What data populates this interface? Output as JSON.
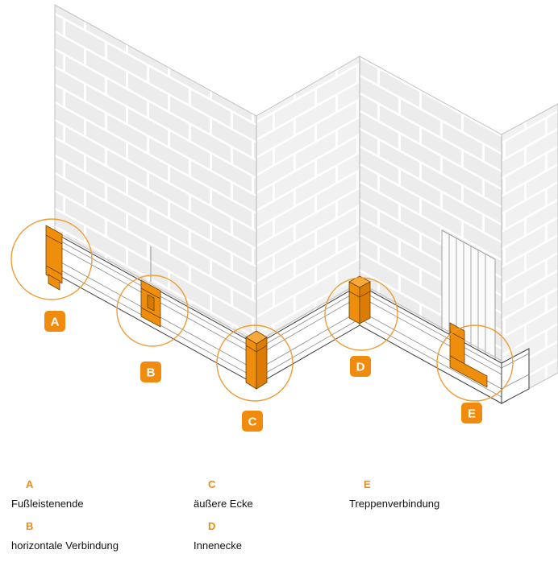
{
  "colors": {
    "accent": "#f08b0d",
    "circle": "#ef9d33",
    "wall": "#ececec",
    "mortar": "#ffffff"
  },
  "markers": {
    "a": {
      "letter": "A"
    },
    "b": {
      "letter": "B"
    },
    "c": {
      "letter": "C"
    },
    "d": {
      "letter": "D"
    },
    "e": {
      "letter": "E"
    }
  },
  "legend": {
    "columns": [
      {
        "entries": [
          {
            "letter": "A",
            "text": "Fußleistenende"
          },
          {
            "letter": "B",
            "text": "horizontale Verbindung"
          }
        ]
      },
      {
        "entries": [
          {
            "letter": "C",
            "text": "äußere Ecke"
          },
          {
            "letter": "D",
            "text": "Innenecke"
          }
        ]
      },
      {
        "entries": [
          {
            "letter": "E",
            "text": "Treppenverbindung"
          }
        ]
      }
    ]
  }
}
